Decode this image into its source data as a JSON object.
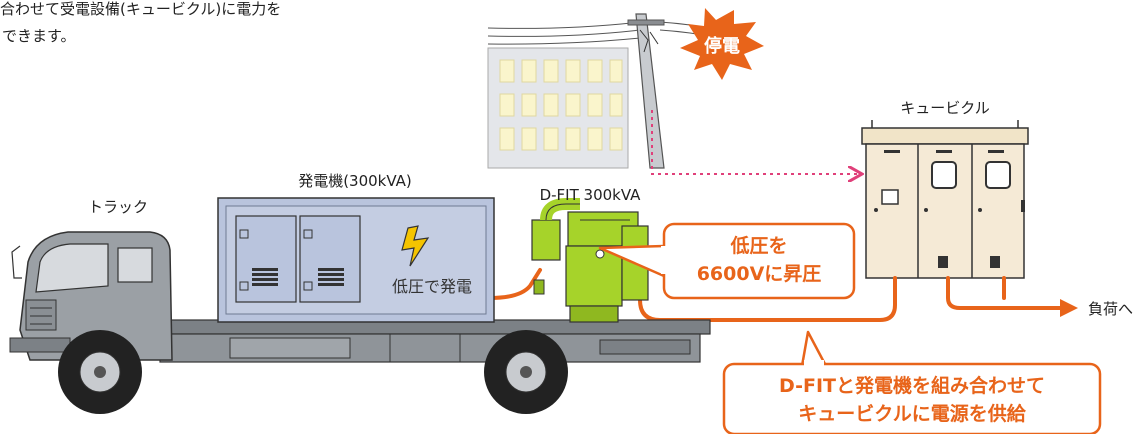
{
  "intro": {
    "line1": "合わせて受電設備(キュービクル)に電力を",
    "line2": "できます。"
  },
  "labels": {
    "outage": "停電",
    "cubicle": "キュービクル",
    "generator": "発電機(300kVA)",
    "dfit": "D-FIT 300kVA",
    "truck": "トラック",
    "low_voltage_gen": "低圧で発電",
    "to_load": "負荷へ"
  },
  "callouts": {
    "boost_line1": "低圧を",
    "boost_line2": "6600Vに昇圧",
    "supply_line1": "D-FITと発電機を組み合わせて",
    "supply_line2": "キュービクルに電源を供給"
  },
  "colors": {
    "accent_orange": "#e8641a",
    "pink_arrow": "#e0407a",
    "generator_body": "#b9c4dd",
    "dfit_green": "#a6d32a",
    "truck_gray": "#8f9499",
    "cubicle_body": "#f5ead6",
    "building_window": "#faf5cc"
  }
}
